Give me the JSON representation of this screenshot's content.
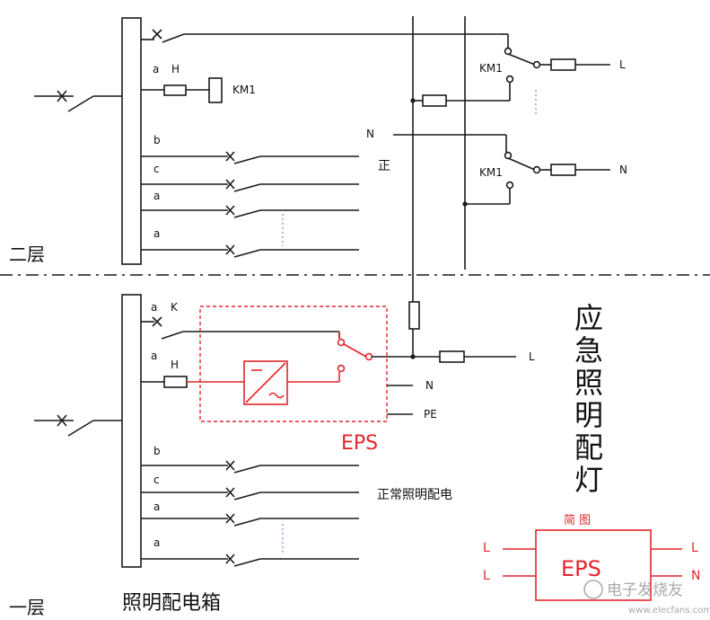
{
  "floors": {
    "upper": "二层",
    "lower": "一层"
  },
  "upper": {
    "branch_a": "a",
    "branch_b": "b",
    "branch_c": "c",
    "branch_a2": "a",
    "branch_a3": "a",
    "fuse_h": "H",
    "contactor": "KM1",
    "contactor_l": "KM1",
    "contactor_n": "KM1",
    "n_label": "N",
    "zheng": "正",
    "out_l": "L",
    "out_n": "N"
  },
  "lower": {
    "branch_a_k": "a",
    "switch_k": "K",
    "branch_a_h": "a",
    "fuse_h": "H",
    "branch_b": "b",
    "branch_c": "c",
    "branch_a2": "a",
    "branch_a3": "a",
    "out_l": "L",
    "out_n": "N",
    "out_pe": "PE",
    "eps_label": "EPS",
    "normal_supply": "正常照明配电",
    "panel_title": "照明配电箱"
  },
  "side_title": [
    "应",
    "急",
    "照",
    "明",
    "配",
    "灯"
  ],
  "simplified": {
    "title": "简 图",
    "box_label": "EPS",
    "in_top": "L",
    "in_bottom": "L",
    "out_top": "L",
    "out_bottom": "N"
  },
  "watermark": {
    "text": "电子发烧友",
    "url": "www.elecfans.com"
  },
  "colors": {
    "wire": "#1a1a1a",
    "eps_red": "#e3262b",
    "dotted_blue": "#6a9fd8"
  }
}
